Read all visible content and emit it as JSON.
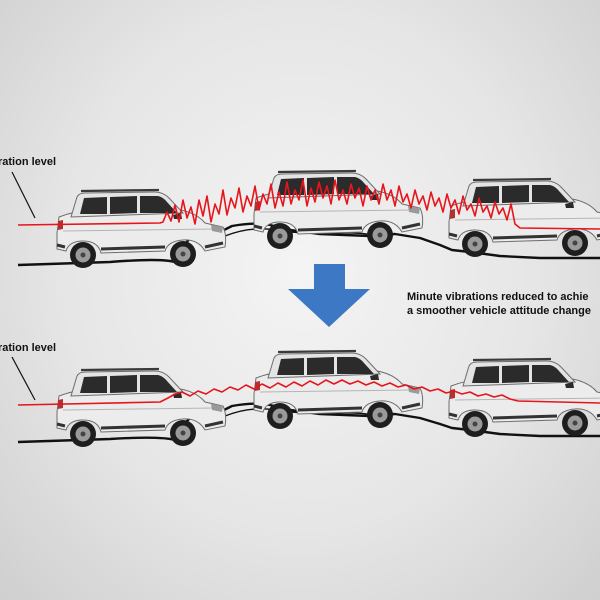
{
  "labels": {
    "top": "ration level",
    "bottom": "ration level"
  },
  "caption": {
    "line1": "Minute vibrations reduced to achie",
    "line2": "a smoother vehicle attitude change"
  },
  "colors": {
    "vibration": "#e8141c",
    "arrow": "#3d78c4",
    "road": "#111111",
    "car_body": "#eeeeee",
    "car_window": "#2a2a2a"
  },
  "icons": {
    "arrow": "down-arrow-icon",
    "car": "suv-icon"
  }
}
